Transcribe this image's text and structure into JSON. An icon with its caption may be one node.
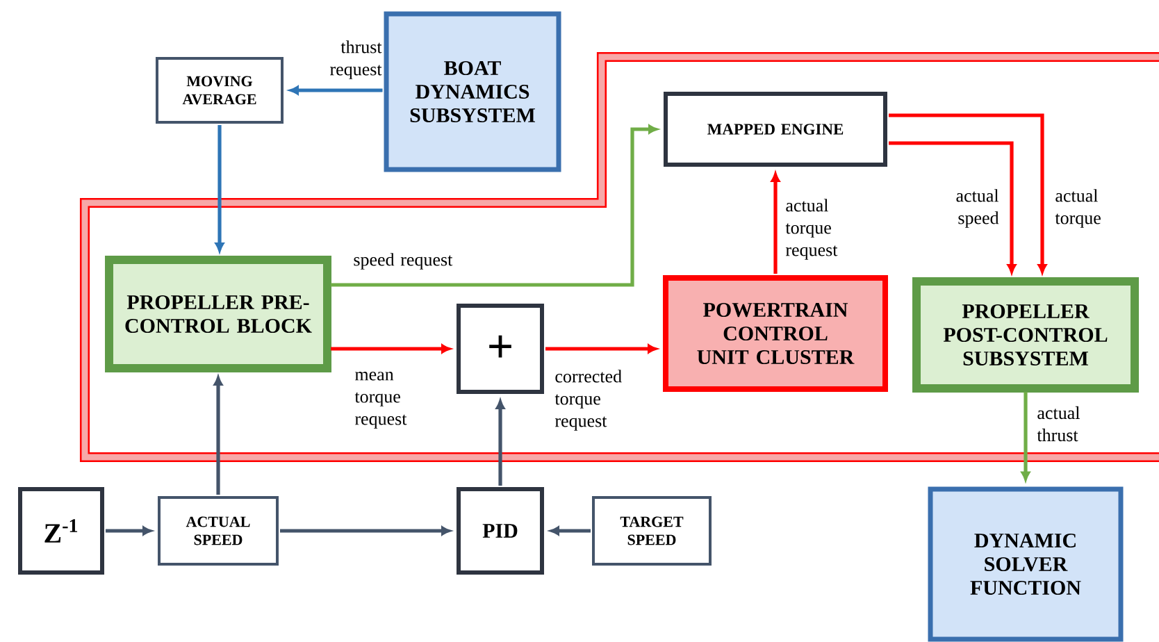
{
  "diagram": {
    "nodes": [
      {
        "text": [
          "BOAT DYNAMICS SUBSYSTEM"
        ]
      },
      {
        "text": [
          "MOVING AVERAGE"
        ]
      },
      {
        "text": [
          "MAPPED ENGINE"
        ]
      },
      {
        "text": [
          "PROPELLER PRE-CONTROL BLOCK"
        ]
      },
      {
        "text": [
          "+"
        ]
      },
      {
        "text": [
          "POWERTRAIN CONTROL UNIT CLUSTER"
        ]
      },
      {
        "text": [
          "PROPELLER POST-CONTROL SUBSYSTEM"
        ]
      },
      {
        "text": [
          "Z$^{-1}$"
        ]
      },
      {
        "text": [
          "ACTUAL SPEED"
        ]
      },
      {
        "text": [
          "PID"
        ]
      },
      {
        "text": [
          "TARGET SPEED"
        ]
      },
      {
        "text": [
          "DYNAMIC SOLVER FUNCTION"
        ]
      }
    ],
    "edges": [
      {
        "from": 0,
        "to": 1,
        "arrow": "to",
        "label": "thrust request",
        "color": "#2e75b6"
      },
      {
        "from": 1,
        "to": 3,
        "arrow": "to",
        "color": "#2e75b6"
      },
      {
        "from": 3,
        "to": 2,
        "arrow": "to",
        "label": "speed request",
        "color": "#70ad47"
      },
      {
        "from": 3,
        "to": 4,
        "arrow": "to",
        "label": "mean torque request",
        "color": "#ff0000"
      },
      {
        "from": 4,
        "to": 5,
        "arrow": "to",
        "label": "corrected torque request",
        "color": "#ff0000"
      },
      {
        "from": 5,
        "to": 2,
        "arrow": "to",
        "label": "actual torque request",
        "color": "#ff0000"
      },
      {
        "from": 2,
        "to": 6,
        "arrow": "to",
        "label": "actual speed",
        "color": "#ff0000"
      },
      {
        "from": 2,
        "to": 6,
        "arrow": "to",
        "label": "actual torque",
        "color": "#ff0000"
      },
      {
        "from": 6,
        "to": 11,
        "arrow": "to",
        "label": "actual thrust",
        "color": "#70ad47"
      },
      {
        "from": 7,
        "to": 8,
        "arrow": "to",
        "color": "#44546a"
      },
      {
        "from": 8,
        "to": 3,
        "arrow": "to",
        "color": "#44546a"
      },
      {
        "from": 8,
        "to": 9,
        "arrow": "to",
        "color": "#44546a"
      },
      {
        "from": 9,
        "to": 4,
        "arrow": "to",
        "color": "#44546a"
      },
      {
        "from": 10,
        "to": 9,
        "arrow": "to",
        "color": "#44546a"
      }
    ]
  }
}
